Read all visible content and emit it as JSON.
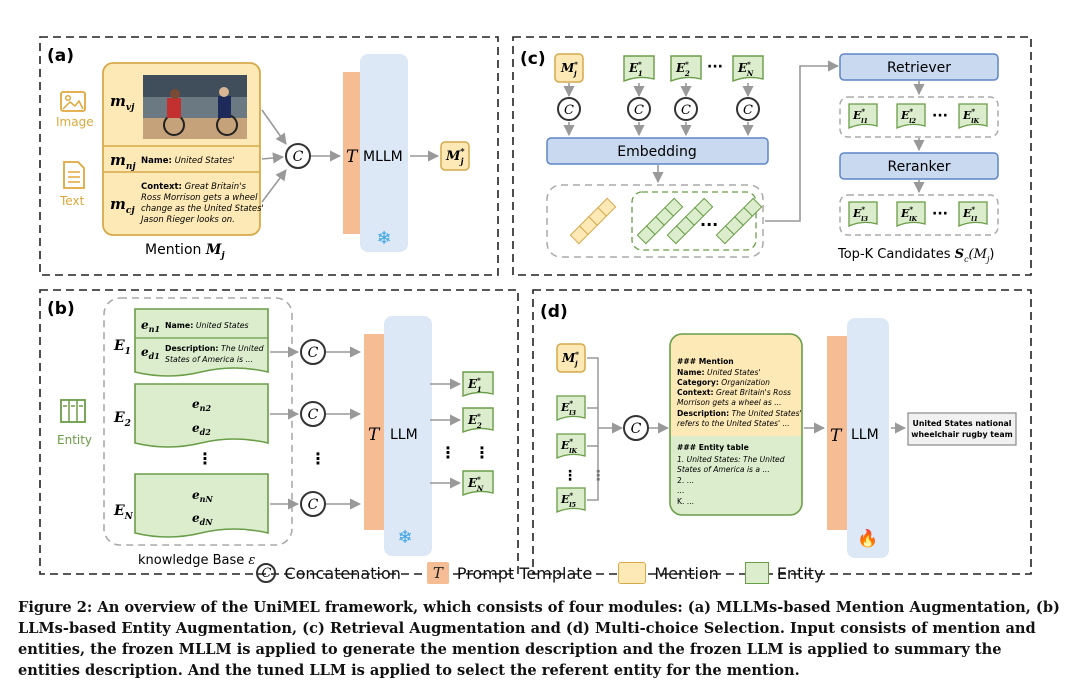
{
  "panels": {
    "a": {
      "label": "(a)",
      "image_icon_label": "Image",
      "text_icon_label": "Text",
      "m_v": "m",
      "m_v_sub": "vj",
      "m_n": "m",
      "m_n_sub": "nj",
      "m_c": "m",
      "m_c_sub": "cj",
      "name_key": "Name:",
      "name_value": "United States'",
      "context_key": "Context:",
      "context_lines": [
        "Great Britain's",
        "Ross Morrison gets a wheel",
        "change as the United States'",
        "Jason Rieger looks on."
      ],
      "mention_caption": "Mention",
      "mention_symbol": "M",
      "mention_symbol_sub": "j",
      "template_symbol": "T",
      "model_label": "MLLM",
      "output_label": "M",
      "output_sub": "j",
      "output_sup": "*"
    },
    "b": {
      "label": "(b)",
      "entity_icon_label": "Entity",
      "e1": "E",
      "e1_sub": "1",
      "e2": "E",
      "e2_sub": "2",
      "eN": "E",
      "eN_sub": "N",
      "en1": "e",
      "en1_sub": "n1",
      "name_key": "Name:",
      "name_value": "United States",
      "ed1": "e",
      "ed1_sub": "d1",
      "desc_key": "Description:",
      "desc_lines": [
        "The United",
        "States of America is ..."
      ],
      "en2_sub": "n2",
      "ed2_sub": "d2",
      "enN_sub": "nN",
      "edN_sub": "dN",
      "kb_caption": "knowledge Base",
      "kb_symbol": "ε",
      "model_label": "LLM",
      "template_symbol": "T",
      "out1_sub": "1",
      "out2_sub": "2",
      "outN_sub": "N",
      "dots": "⋮"
    },
    "c": {
      "label": "(c)",
      "inputs": [
        {
          "sym": "M",
          "sub": "j",
          "kind": "mention"
        },
        {
          "sym": "E",
          "sub": "1",
          "kind": "entity"
        },
        {
          "sym": "E",
          "sub": "2",
          "kind": "entity"
        },
        {
          "sym": "E",
          "sub": "N",
          "kind": "entity"
        }
      ],
      "embedding_label": "Embedding",
      "retriever_label": "Retriever",
      "reranker_label": "Reranker",
      "retrieved": [
        {
          "sub": "l1"
        },
        {
          "sub": "l2"
        },
        {
          "sub": "lK"
        }
      ],
      "reranked": [
        {
          "sub": "l3"
        },
        {
          "sub": "lK"
        },
        {
          "sub": "l1"
        }
      ],
      "topk_caption": "Top-K Candidates",
      "topk_symbol": "S",
      "topk_sub": "c",
      "topk_arg": "(M",
      "topk_arg_sub": "j",
      "ellipsis": "···"
    },
    "d": {
      "label": "(d)",
      "inputs": [
        {
          "sym": "M",
          "sub": "j",
          "kind": "mention"
        },
        {
          "sym": "E",
          "sub": "l3",
          "kind": "entity"
        },
        {
          "sym": "E",
          "sub": "lK",
          "kind": "entity"
        },
        {
          "sym": "E",
          "sub": "l5",
          "kind": "entity"
        }
      ],
      "mention_header": "### Mention",
      "mention_name_key": "Name:",
      "mention_name_value": "United States'",
      "mention_cat_key": "Category:",
      "mention_cat_value": "Organization",
      "mention_ctx_key": "Context:",
      "mention_ctx_lines": [
        "Great Britain's Ross",
        "Morrison gets a wheel as ..."
      ],
      "mention_desc_key": "Description:",
      "mention_desc_lines": [
        "The United States'",
        "refers to the United States' ..."
      ],
      "entity_header": "### Entity table",
      "entity_lines": [
        "1. United States: The United",
        "States of America is a ...",
        "2. ...",
        "...",
        "K. ..."
      ],
      "model_label": "LLM",
      "template_symbol": "T",
      "output_lines": [
        "United States national",
        "wheelchair rugby team"
      ]
    }
  },
  "legend": {
    "concat_symbol": "C",
    "concat_label": "Concatenation",
    "template_symbol": "T",
    "template_label": "Prompt Template",
    "mention_label": "Mention",
    "entity_label": "Entity"
  },
  "caption": {
    "text": "Figure 2: An overview of the UniMEL framework, which consists of four modules: (a) MLLMs-based Mention Augmentation, (b) LLMs-based Entity Augmentation, (c) Retrieval Augmentation and (d) Multi-choice Selection. Input consists of mention and entities, the frozen MLLM is applied to generate the mention description and the frozen LLM is applied to summary the entities description. And the tuned LLM is applied to select the referent entity for the mention."
  },
  "colors": {
    "mention_fill": "#fce9b6",
    "mention_stroke": "#d7a94b",
    "entity_fill": "#dbedcc",
    "entity_stroke": "#6a9d48",
    "model_fill": "#dce8f6",
    "template_fill": "#f6bd95",
    "module_fill": "#c8d9f0",
    "module_stroke": "#5f86c4"
  },
  "icons": [
    "image-icon",
    "text-icon",
    "entity-icon",
    "snowflake-icon",
    "fire-icon",
    "concat-icon"
  ]
}
